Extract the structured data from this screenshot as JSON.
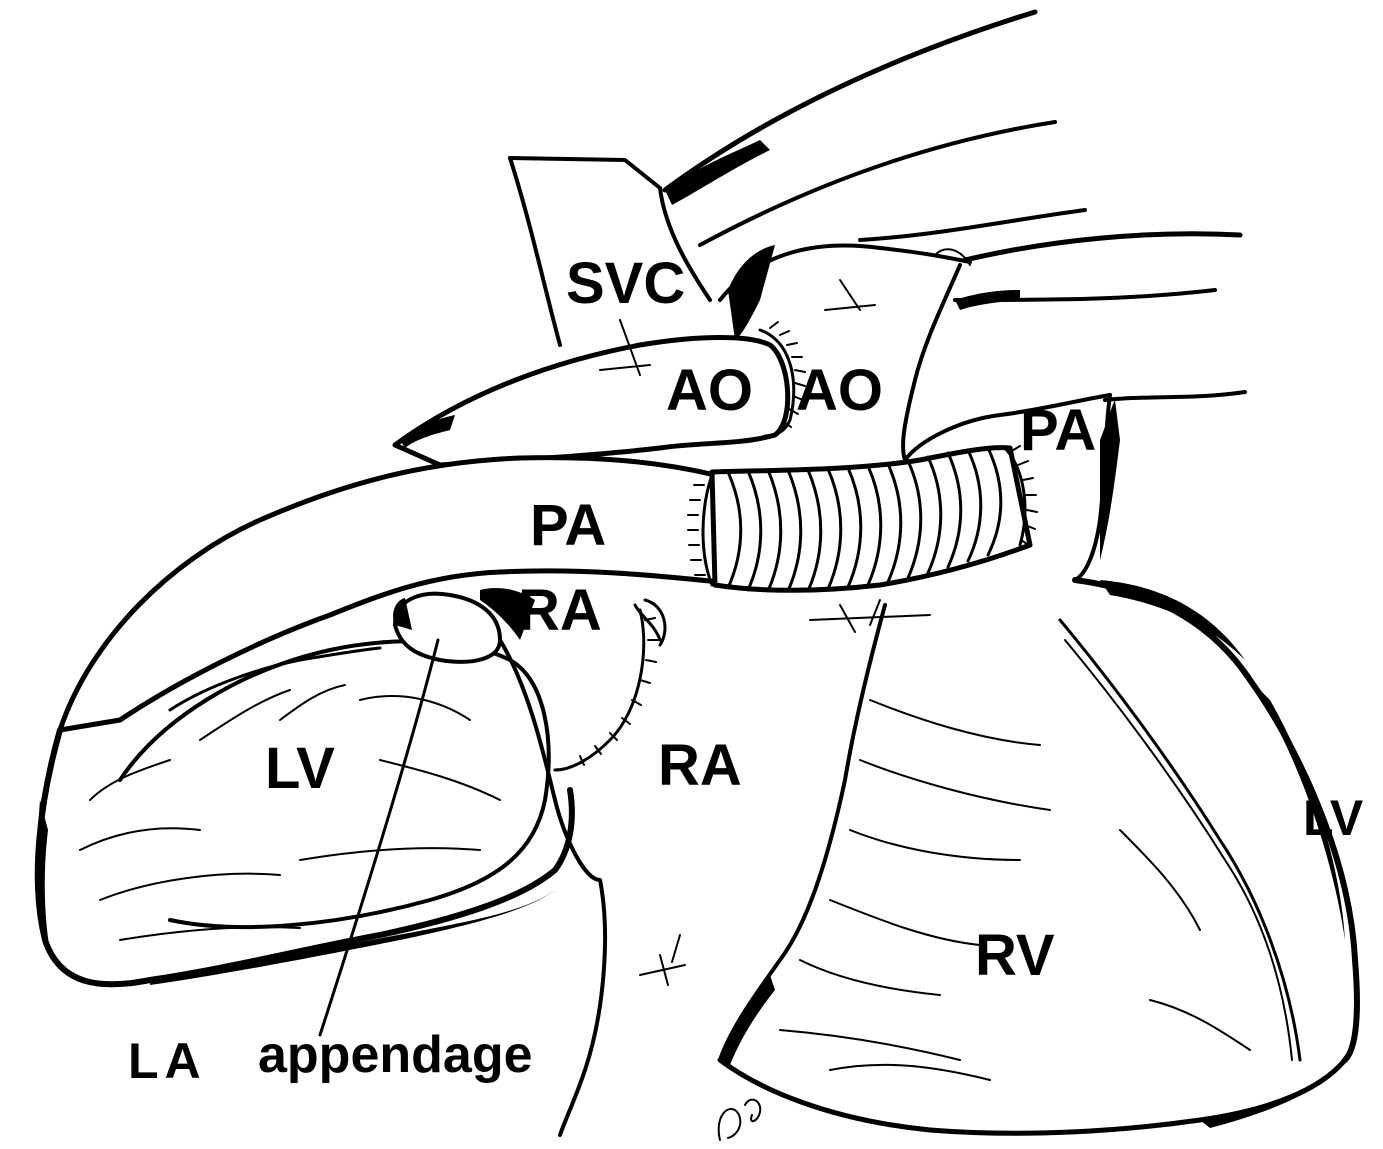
{
  "labels": {
    "svc": "SVC",
    "ao_left": "AO",
    "ao_right": "AO",
    "pa_upper": "PA",
    "pa_main": "PA",
    "ra_upper": "RA",
    "ra_lower": "RA",
    "lv_left": "LV",
    "lv_right": "LV",
    "rv": "RV",
    "la": "LA",
    "appendage": "appendage"
  },
  "colors": {
    "ink": "#000000",
    "paper": "#ffffff"
  }
}
